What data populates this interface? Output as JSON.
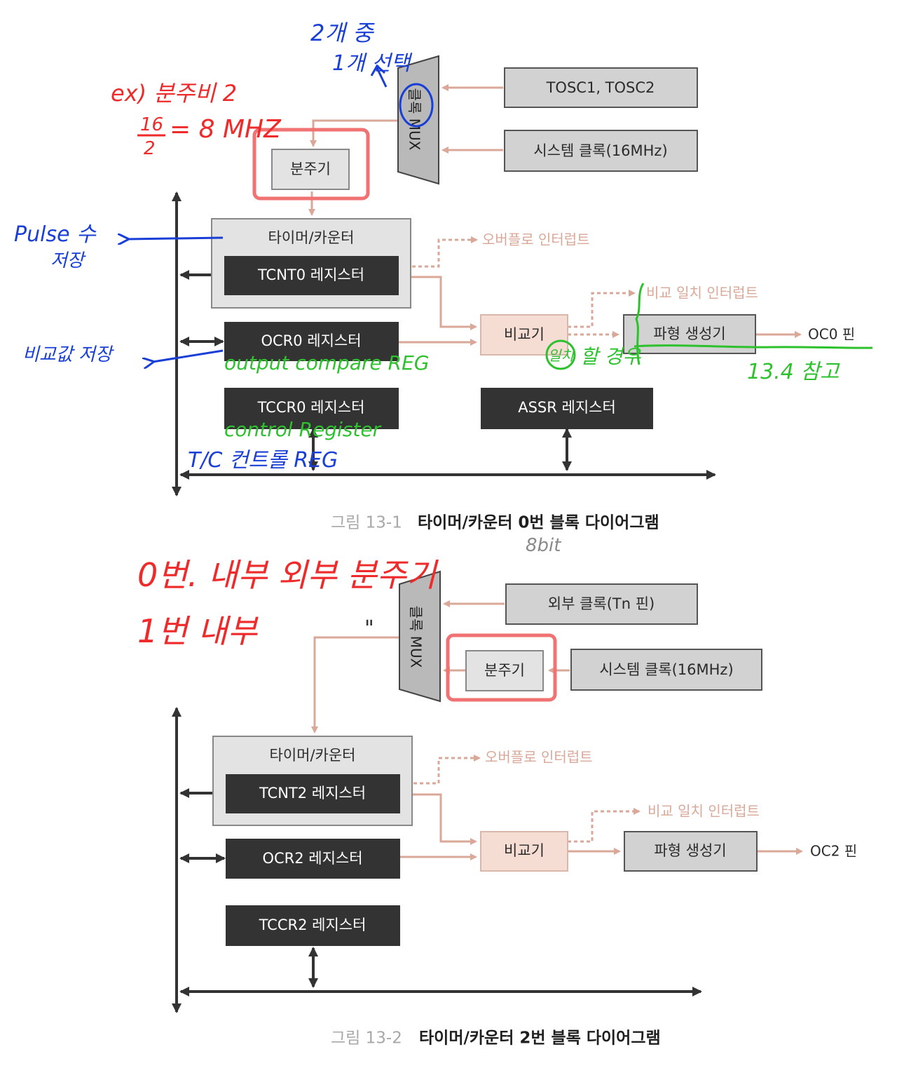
{
  "figure1": {
    "mux": "클록 MUX",
    "tosc": "TOSC1, TOSC2",
    "system_clock": "시스템 클록(16MHz)",
    "prescaler": "분주기",
    "timer_counter": "타이머/카운터",
    "tcnt": "TCNT0 레지스터",
    "ocr": "OCR0 레지스터",
    "tccr": "TCCR0 레지스터",
    "assr": "ASSR 레지스터",
    "overflow_interrupt": "오버플로 인터럽트",
    "compare_match_interrupt": "비교 일치 인터럽트",
    "comparator": "비교기",
    "waveform_generator": "파형 생성기",
    "output_pin": "OC0 핀",
    "caption_number": "그림 13-1",
    "caption_title": "타이머/카운터 0번 블록 다이어그램"
  },
  "figure2": {
    "mux": "클록 MUX",
    "external_clock": "외부 클록(Tn 핀)",
    "prescaler": "분주기",
    "system_clock": "시스템 클록(16MHz)",
    "timer_counter": "타이머/카운터",
    "tcnt": "TCNT2 레지스터",
    "ocr": "OCR2 레지스터",
    "tccr": "TCCR2 레지스터",
    "overflow_interrupt": "오버플로 인터럽트",
    "compare_match_interrupt": "비교 일치 인터럽트",
    "comparator": "비교기",
    "waveform_generator": "파형 생성기",
    "output_pin": "OC2 핀",
    "caption_number": "그림 13-2",
    "caption_title": "타이머/카운터 2번 블록 다이어그램"
  },
  "annotations": {
    "mux_note_line1": "2개 중",
    "mux_note_line2": "1개 선택",
    "prescale_example": "ex) 분주비 2",
    "prescale_calc_num": "16",
    "prescale_calc_den": "2",
    "prescale_calc_result": "= 8 MHZ",
    "pulse_note_line1": "Pulse 수",
    "pulse_note_line2": "저장",
    "compare_value_note": "비교값   저장",
    "ocr_meaning": "output compare REG",
    "match_note_circle": "일치",
    "match_note_rest": "할 경우",
    "section_ref": "13.4 참고",
    "tccr_meaning": "control Register",
    "tc_control_note": "T/C  컨트롤   REG",
    "bit_note": "8bit",
    "line_timer0": "0번.  내부 외부 분주기",
    "line_timer1": "1번   내부",
    "ditto_mark": "\""
  },
  "colors": {
    "register_fill": "#333333",
    "flow_arrow": "#d9a898",
    "comparator_fill": "#f5ddd4",
    "handwriting_red": "#ee2a2a",
    "handwriting_blue": "#1a3fd6",
    "handwriting_green": "#2ec12e"
  }
}
